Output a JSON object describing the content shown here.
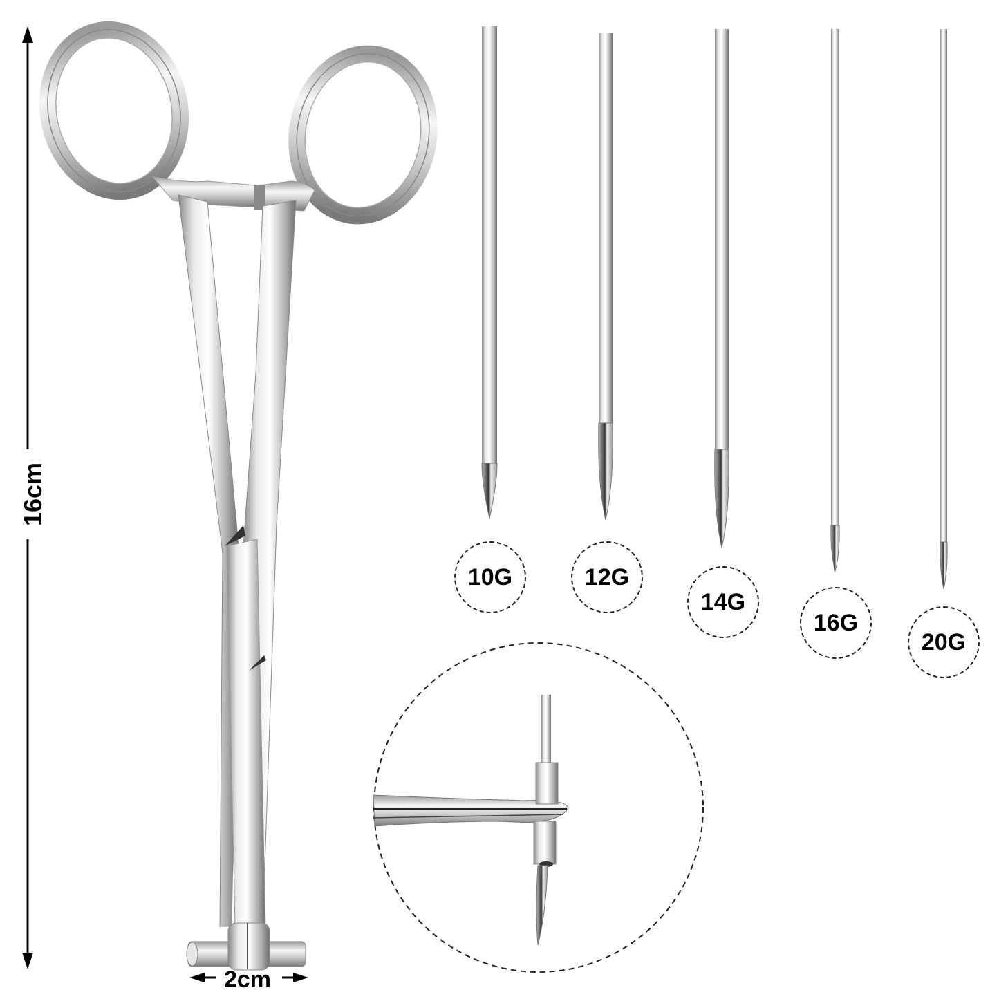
{
  "dimensions": {
    "length_label": "16cm",
    "width_label": "2cm"
  },
  "needles": [
    {
      "gauge": "10G"
    },
    {
      "gauge": "12G"
    },
    {
      "gauge": "14G"
    },
    {
      "gauge": "16G"
    },
    {
      "gauge": "20G"
    }
  ],
  "colors": {
    "steel": "#c9c9c9",
    "steel_dark": "#6e6e6e",
    "steel_light": "#f4f4f4",
    "line": "#000000"
  }
}
